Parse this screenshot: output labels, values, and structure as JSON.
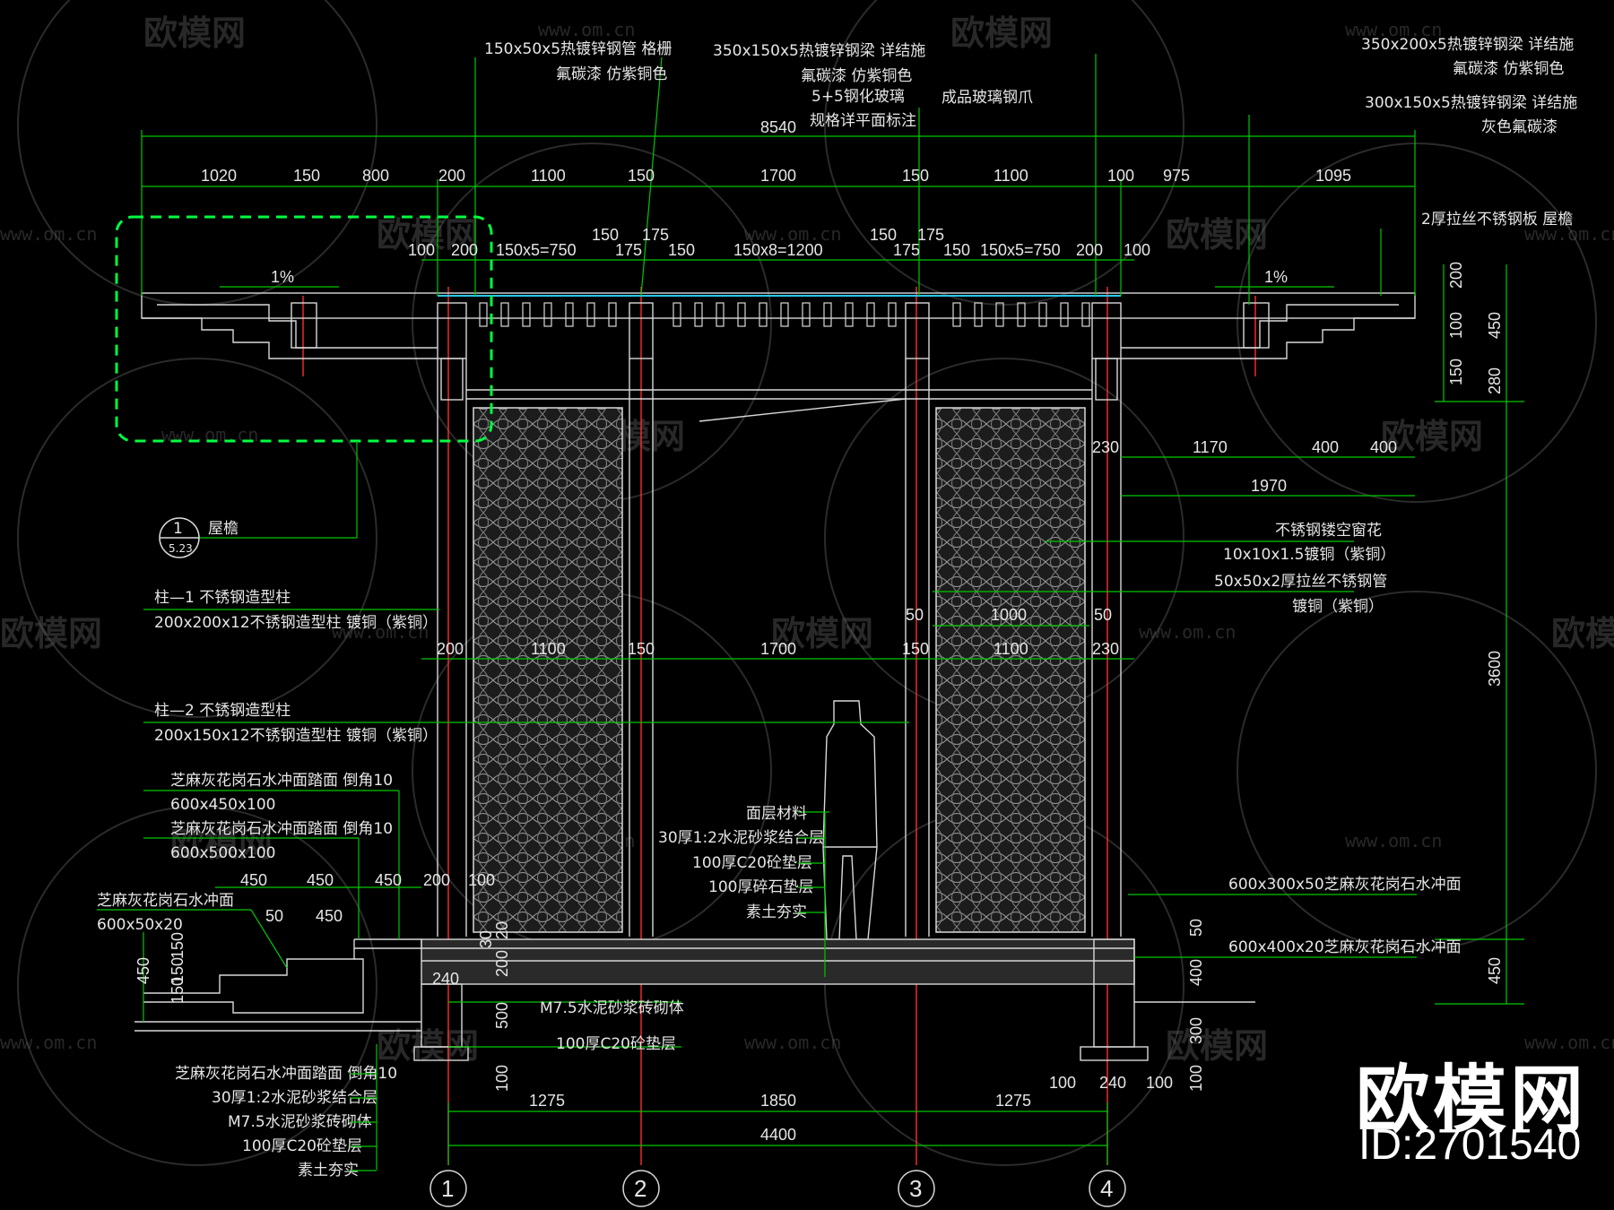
{
  "watermarks": [
    "欧模网",
    "www.om.cn"
  ],
  "brand": {
    "name": "欧模网",
    "id": "ID:2701540"
  },
  "callouts_top": [
    "150x50x5热镀锌钢管 格栅",
    "氟碳漆 仿紫铜色",
    "350x150x5热镀锌钢梁 详结施",
    "氟碳漆 仿紫铜色",
    "5+5钢化玻璃",
    "规格详平面标注",
    "成品玻璃钢爪",
    "350x200x5热镀锌钢梁 详结施",
    "氟碳漆 仿紫铜色",
    "300x150x5热镀锌钢梁 详结施",
    "灰色氟碳漆",
    "2厚拉丝不锈钢板 屋檐"
  ],
  "top_dims": {
    "overall": "8540",
    "row1": [
      "1020",
      "150",
      "800",
      "200",
      "1100",
      "150",
      "1700",
      "150",
      "1100",
      "100",
      "975",
      "1095"
    ],
    "row2": [
      "100",
      "200",
      "150x5=750",
      "150",
      "175",
      "175",
      "150",
      "150x8=1200",
      "150",
      "175",
      "175",
      "150",
      "150x5=750",
      "200",
      "100"
    ],
    "slope": "1%"
  },
  "right_dims": [
    "200",
    "100",
    "450",
    "150",
    "280",
    "3600",
    "450"
  ],
  "mid_right": {
    "dims": [
      "230",
      "1170",
      "400",
      "400",
      "1970"
    ],
    "notes": [
      "不锈钢镂空窗花",
      "10x10x1.5镀铜（紫铜）",
      "50x50x2厚拉丝不锈钢管",
      "镀铜（紫铜）"
    ],
    "screen_dims": [
      "50",
      "1000",
      "50"
    ]
  },
  "bay_dims": [
    "200",
    "1100",
    "150",
    "1700",
    "150",
    "1100",
    "230"
  ],
  "left_notes": {
    "detail_ref": {
      "num": "1",
      "sheet": "5.23",
      "title": "屋檐"
    },
    "col1": [
      "柱—1 不锈钢造型柱",
      "200x200x12不锈钢造型柱 镀铜（紫铜）"
    ],
    "col2": [
      "柱—2 不锈钢造型柱",
      "200x150x12不锈钢造型柱 镀铜（紫铜）"
    ],
    "stair": [
      "芝麻灰花岗石水冲面踏面 倒角10",
      "600x450x100",
      "芝麻灰花岗石水冲面踏面 倒角10",
      "600x500x100",
      "芝麻灰花岗石水冲面",
      "600x50x20"
    ],
    "stair_dims": [
      "450",
      "450",
      "450",
      "200",
      "100",
      "50",
      "450",
      "150",
      "150",
      "150",
      "450"
    ]
  },
  "floor_notes": [
    "面层材料",
    "30厚1:2水泥砂浆结合层",
    "100厚C20砼垫层",
    "100厚碎石垫层",
    "素土夯实"
  ],
  "right_floor": [
    "600x300x50芝麻灰花岗石水冲面",
    "600x400x20芝麻灰花岗石水冲面"
  ],
  "right_floor_dims": [
    "50",
    "400",
    "300",
    "100",
    "100",
    "240",
    "100"
  ],
  "base_notes": [
    "M7.5水泥砂浆砖砌体",
    "100厚C20砼垫层"
  ],
  "base_dims": [
    "20",
    "30",
    "200",
    "240",
    "500",
    "100"
  ],
  "bottom_notes": [
    "芝麻灰花岗石水冲面踏面 倒角10",
    "30厚1:2水泥砂浆结合层",
    "M7.5水泥砂浆砖砌体",
    "100厚C20砼垫层",
    "素土夯实"
  ],
  "axis_dims": {
    "bays": [
      "1275",
      "1850",
      "1275"
    ],
    "total": "4400"
  },
  "axes": [
    "1",
    "2",
    "3",
    "4"
  ],
  "colors": {
    "dim": "#00c800",
    "line": "#d8d8d8",
    "axis": "#ff2d2d",
    "glass": "#29c6e6",
    "callout": "#00ff40"
  }
}
